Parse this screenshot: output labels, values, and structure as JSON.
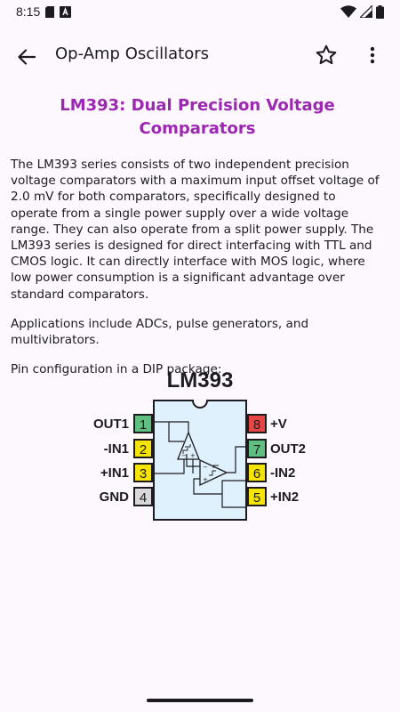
{
  "status_bar": {
    "time": "8:15"
  },
  "app_bar": {
    "title": "Op-Amp Oscillators"
  },
  "article": {
    "heading": "LM393: Dual Precision Voltage Comparators",
    "paragraphs": [
      "The LM393 series consists of two independent precision voltage comparators with a maximum input offset voltage of 2.0 mV for both comparators, specifically designed to operate from a single power supply over a wide voltage range. They can also operate from a split power supply. The LM393 series is designed for direct interfacing with TTL and CMOS logic. It can directly interface with MOS logic, where low power consumption is a significant advantage over standard comparators.",
      "Applications include ADCs, pulse generators, and multivibrators.",
      "Pin configuration in a DIP package:"
    ]
  },
  "diagram": {
    "chip_label": "LM393",
    "pins_left": [
      {
        "label": "OUT1",
        "num": "1",
        "color": "#5fbf80"
      },
      {
        "label": "-IN1",
        "num": "2",
        "color": "#f5e400"
      },
      {
        "label": "+IN1",
        "num": "3",
        "color": "#f5e400"
      },
      {
        "label": "GND",
        "num": "4",
        "color": "#d9d9d9"
      }
    ],
    "pins_right": [
      {
        "label": "+V",
        "num": "8",
        "color": "#e84545"
      },
      {
        "label": "OUT2",
        "num": "7",
        "color": "#5fbf80"
      },
      {
        "label": "-IN2",
        "num": "6",
        "color": "#f5e400"
      },
      {
        "label": "+IN2",
        "num": "5",
        "color": "#f5e400"
      }
    ],
    "body_color": "#dff1fc"
  },
  "icons": {
    "back": "arrow-left-icon",
    "star": "star-outline-icon",
    "more": "more-vert-icon"
  }
}
